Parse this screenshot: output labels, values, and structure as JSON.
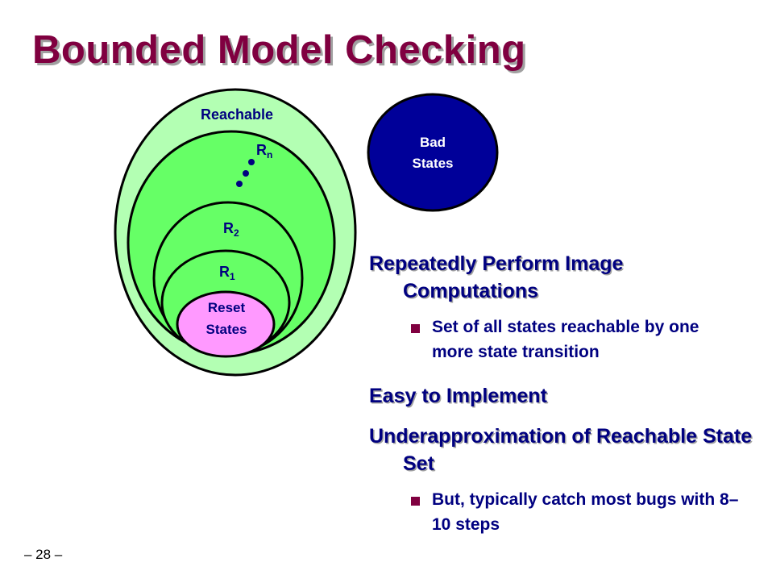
{
  "slide": {
    "title": "Bounded Model Checking",
    "page_number": "– 28 –"
  },
  "diagram": {
    "reachable_label": "Reachable",
    "rn_base": "R",
    "rn_sub": "n",
    "r2_base": "R",
    "r2_sub": "2",
    "r1_base": "R",
    "r1_sub": "1",
    "reset_line1": "Reset",
    "reset_line2": "States",
    "bad_line1": "Bad",
    "bad_line2": "States",
    "colors": {
      "reachable_fill": "#b3ffb3",
      "region_fill": "#66ff66",
      "reset_fill": "#ff99ff",
      "bad_fill": "#000099",
      "text": "#000080",
      "title": "#800040"
    }
  },
  "bullets": {
    "item1_head": "Repeatedly Perform Image Computations",
    "item1_sub": "Set of all states reachable by one more state transition",
    "item2_head": "Easy to Implement",
    "item3_head": "Underapproximation of Reachable State Set",
    "item3_sub": "But, typically catch most bugs with 8–10 steps"
  }
}
